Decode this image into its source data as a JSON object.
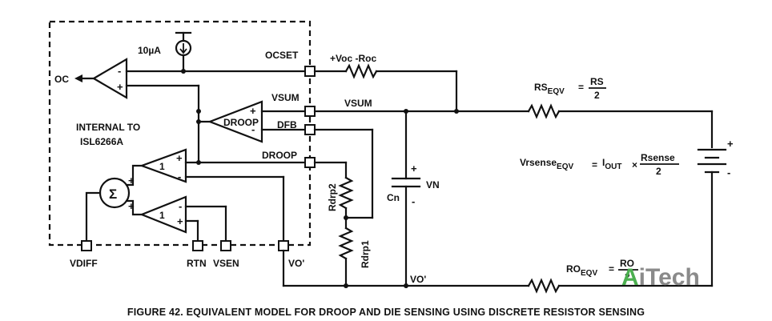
{
  "labels": {
    "oc": "OC",
    "current_source": "10µA",
    "ocset": "OCSET",
    "voc_roc": "+Voc -Roc",
    "vsum_pin": "VSUM",
    "vsum_wire": "VSUM",
    "dfb": "DFB",
    "droop_pin": "DROOP",
    "droop_amp": "DROOP",
    "internal_line1": "INTERNAL TO",
    "internal_line2": "ISL6266A",
    "sum_symbol": "Σ",
    "buffer1": "1",
    "buffer2": "1",
    "vdiff": "VDIFF",
    "rtn": "RTN",
    "vsen": "VSEN",
    "vo_pin": "VO'",
    "vo_wire": "VO'",
    "rdrp2": "Rdrp2",
    "rdrp1": "Rdrp1",
    "cn": "Cn",
    "vn": "VN",
    "plus": "+",
    "minus": "-"
  },
  "equations": {
    "rs_main": "RS",
    "rs_sub": "EQV",
    "rs_num": "RS",
    "rs_den": "2",
    "vsense_main": "Vrsense",
    "vsense_sub": "EQV",
    "equals": "=",
    "iout_main": "I",
    "iout_sub": "OUT",
    "times": "×",
    "rsense_num": "Rsense",
    "rsense_den": "2",
    "ro_main": "RO",
    "ro_sub": "EQV",
    "ro_num": "RO",
    "ro_den": "2"
  },
  "caption": "FIGURE 42. EQUIVALENT MODEL FOR DROOP AND DIE SENSING USING DISCRETE RESISTOR SENSING",
  "watermark": {
    "letter_a": "A",
    "rest": "iTech",
    "color_a": "#4caf50",
    "color_rest": "#8a8a8a"
  }
}
